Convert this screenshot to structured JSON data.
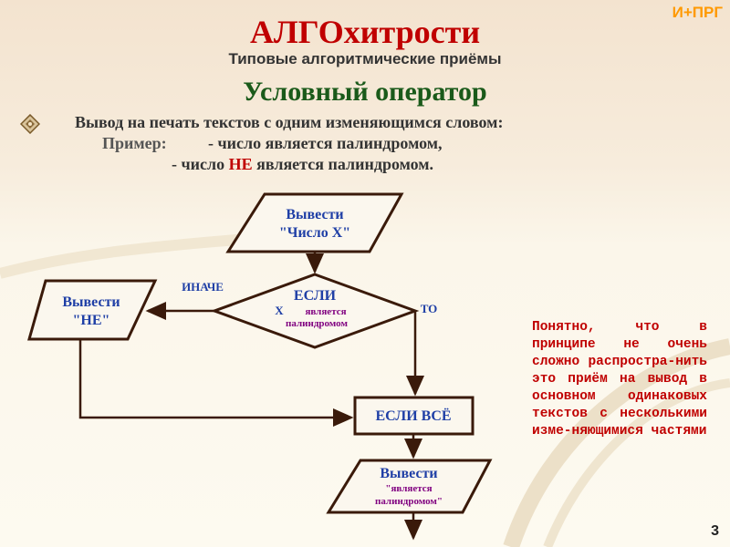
{
  "header": {
    "title": "АЛГОхитрости",
    "subtitle": "Типовые алгоритмические приёмы",
    "section": "Условный оператор",
    "badge": "И+ПРГ"
  },
  "body": {
    "bullet_text": "Вывод на печать текстов с одним изменяющимся словом:",
    "example_label": "Пример:",
    "example_line1": "- число является палиндромом,",
    "example_line2_pre": "- число ",
    "example_line2_emph": "НЕ",
    "example_line2_post": " является палиндромом."
  },
  "flowchart": {
    "output1": {
      "line1": "Вывести",
      "line2": "\"Число  X\""
    },
    "decision": {
      "line1": "ЕСЛИ",
      "x_label": "X",
      "line2": "является",
      "line3": "палиндромом"
    },
    "else_label": "ИНАЧЕ",
    "then_label": "ТО",
    "output_no": {
      "line1": "Вывести",
      "line2": "\"НЕ\""
    },
    "endif": "ЕСЛИ ВСЁ",
    "output3": {
      "line1": "Вывести",
      "line2": "\"является",
      "line3": "палиндромом\""
    }
  },
  "note": "Понятно, что в принципе не очень сложно распростра-нить это приём на вывод в основном одинаковых текстов с несколькими изме-няющимися частями",
  "page_number": "3",
  "colors": {
    "title": "#c00000",
    "section": "#1a5a1a",
    "badge": "#ff9900",
    "flow_text_blue": "#1f3fa6",
    "flow_text_purple": "#800080",
    "shape_stroke": "#3a1a0a"
  }
}
